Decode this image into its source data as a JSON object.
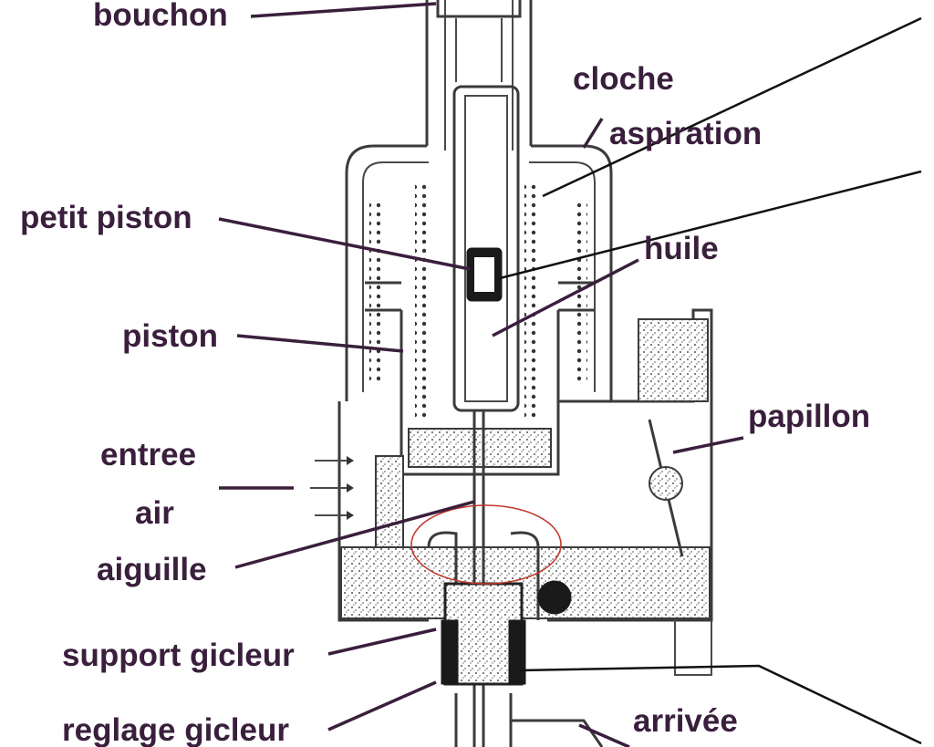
{
  "labels": {
    "bouchon": "bouchon",
    "cloche": "cloche",
    "aspiration": "aspiration",
    "petit_piston": "petit piston",
    "huile": "huile",
    "piston": "piston",
    "papillon": "papillon",
    "entree": "entree",
    "air": "air",
    "aiguille": "aiguille",
    "support_gicleur": "support gicleur",
    "reglage_gicleur": "reglage gicleur",
    "arrivee": "arrivée"
  },
  "colors": {
    "label_text": "#3a1f3d",
    "drawing_line": "#3b3b3b",
    "highlight_ellipse": "#c0392b"
  }
}
